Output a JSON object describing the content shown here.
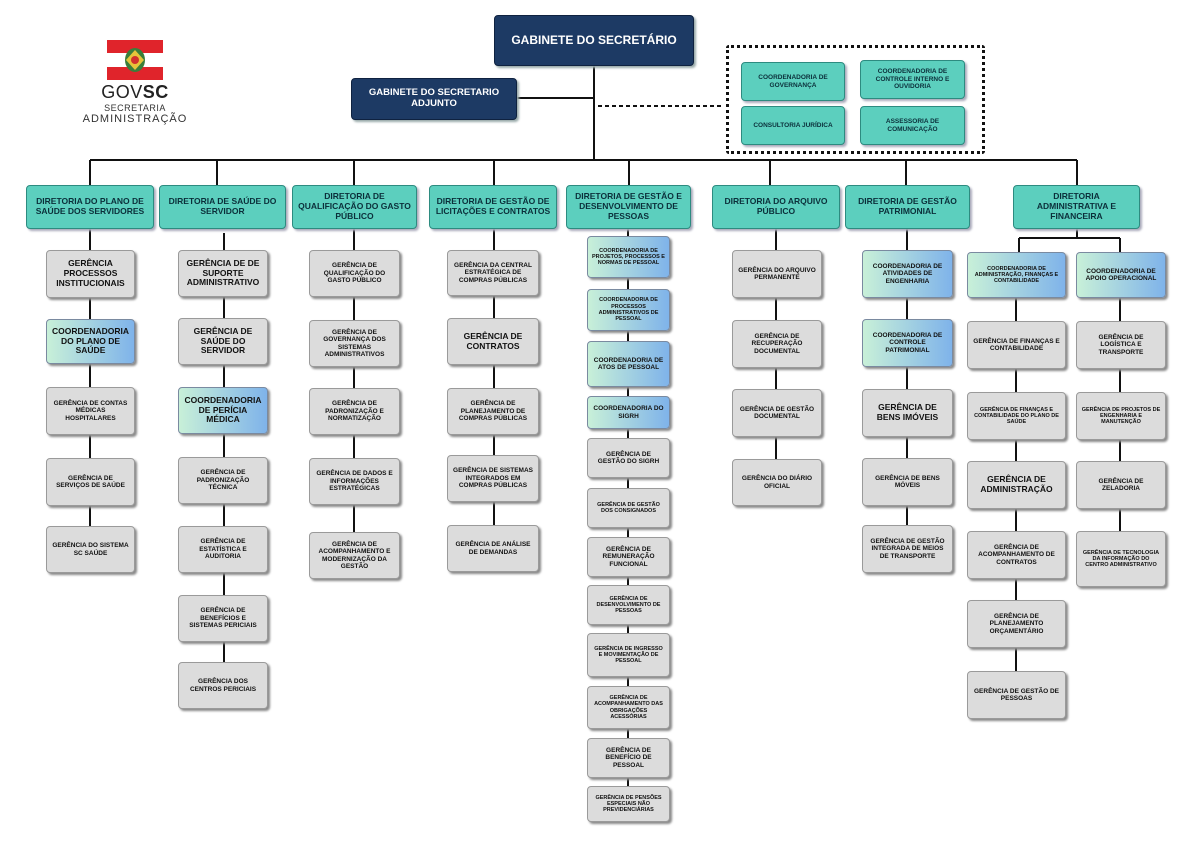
{
  "logo": {
    "brand_left": "GOV",
    "brand_right": "SC",
    "line1": "SECRETARIA",
    "line2": "ADMINISTRAÇÃO"
  },
  "top": {
    "gabinete": "GABINETE DO SECRETÁRIO",
    "adjunto": "GABINETE DO SECRETARIO ADJUNTO"
  },
  "assessorias": [
    "COORDENADORIA DE GOVERNANÇA",
    "COORDENADORIA DE CONTROLE INTERNO E OUVIDORIA",
    "CONSULTORIA JURÍDICA",
    "ASSESSORIA DE COMUNICAÇÃO"
  ],
  "diretorias": [
    {
      "title": "DIRETORIA DO PLANO DE SAÚDE DOS SERVIDORES",
      "units": [
        "GERÊNCIA PROCESSOS INSTITUCIONAIS",
        "COORDENADORIA DO PLANO DE SAÚDE",
        "GERÊNCIA DE CONTAS MÉDICAS HOSPITALARES",
        "GERÊNCIA DE SERVIÇOS DE SAÚDE",
        "GERÊNCIA DO SISTEMA SC SAÚDE"
      ]
    },
    {
      "title": "DIRETORIA DE SAÚDE DO SERVIDOR",
      "units": [
        "GERÊNCIA DE DE SUPORTE ADMINISTRATIVO",
        "GERÊNCIA DE SAÚDE DO SERVIDOR",
        "COORDENADORIA DE PERÍCIA MÉDICA",
        "GERÊNCIA DE PADRONIZAÇÃO TÉCNICA",
        "GERÊNCIA DE ESTATÍSTICA E AUDITORIA",
        "GERÊNCIA DE BENEFÍCIOS E SISTEMAS PERICIAIS",
        "GERÊNCIA DOS CENTROS PERICIAIS"
      ]
    },
    {
      "title": "DIRETORIA DE QUALIFICAÇÃO DO GASTO PÚBLICO",
      "units": [
        "GERÊNCIA DE QUALIFICAÇÃO DO GASTO PÚBLICO",
        "GERÊNCIA DE GOVERNANÇA DOS SISTEMAS ADMINISTRATIVOS",
        "GERÊNCIA DE PADRONIZAÇÃO E NORMATIZAÇÃO",
        "GERÊNCIA DE DADOS E INFORMAÇÕES ESTRATÉGICAS",
        "GERÊNCIA DE ACOMPANHAMENTO E MODERNIZAÇÃO DA GESTÃO"
      ]
    },
    {
      "title": "DIRETORIA DE GESTÃO DE LICITAÇÕES E CONTRATOS",
      "units": [
        "GERÊNCIA DA CENTRAL ESTRATÉGICA DE COMPRAS PÚBLICAS",
        "GERÊNCIA DE CONTRATOS",
        "GERÊNCIA DE PLANEJAMENTO DE COMPRAS PÚBLICAS",
        "GERÊNCIA DE SISTEMAS INTEGRADOS EM COMPRAS PÚBLICAS",
        "GERÊNCIA DE ANÁLISE DE DEMANDAS"
      ]
    },
    {
      "title": "DIRETORIA DE GESTÃO E DESENVOLVIMENTO DE PESSOAS",
      "units": [
        "COORDENADORIA DE PROJETOS, PROCESSOS E NORMAS DE PESSOAL",
        "COORDENADORIA DE PROCESSOS ADMINISTRATIVOS DE PESSOAL",
        "COORDENADORIA DE ATOS DE PESSOAL",
        "COORDENADORIA DO SIGRH",
        "GERÊNCIA DE GESTÃO DO SIGRH",
        "GERÊNCIA DE GESTÃO DOS CONSIGNADOS",
        "GERÊNCIA DE REMUNERAÇÃO FUNCIONAL",
        "GERÊNCIA DE DESENVOLVIMENTO DE PESSOAS",
        "GERÊNCIA DE INGRESSO E MOVIMENTAÇÃO DE PESSOAL",
        "GERÊNCIA DE ACOMPANHAMENTO DAS OBRIGAÇÕES ACESSÓRIAS",
        "GERÊNCIA DE BENEFÍCIO DE PESSOAL",
        "GERÊNCIA DE PENSÕES ESPECIAIS NÃO PREVIDENCIÁRIAS"
      ]
    },
    {
      "title": "DIRETORIA DO ARQUIVO PÚBLICO",
      "units": [
        "GERÊNCIA DO ARQUIVO PERMANENTE",
        "GERÊNCIA DE RECUPERAÇÃO DOCUMENTAL",
        "GERÊNCIA DE GESTÃO DOCUMENTAL",
        "GERÊNCIA DO DIÁRIO OFICIAL"
      ]
    },
    {
      "title": "DIRETORIA DE GESTÃO PATRIMONIAL",
      "units": [
        "COORDENADORIA DE ATIVIDADES DE ENGENHARIA",
        "COORDENADORIA DE CONTROLE PATRIMONIAL",
        "GERÊNCIA DE BENS IMÓVEIS",
        "GERÊNCIA DE BENS MÓVEIS",
        "GERÊNCIA DE GESTÃO INTEGRADA DE MEIOS DE TRANSPORTE"
      ]
    },
    {
      "title": "DIRETORIA ADMINISTRATIVA E FINANCEIRA",
      "subs": [
        {
          "title": "COORDENADORIA DE ADMINISTRAÇÃO, FINANÇAS E CONTABILIDADE",
          "units": [
            "GERÊNCIA DE FINANÇAS E CONTABILIDADE",
            "GERÊNCIA DE FINANÇAS E CONTABILIDADE DO PLANO DE SAÚDE",
            "GERÊNCIA DE ADMINISTRAÇÃO",
            "GERÊNCIA DE ACOMPANHAMENTO DE CONTRATOS",
            "GERÊNCIA DE PLANEJAMENTO ORÇAMENTÁRIO",
            "GERÊNCIA DE GESTÃO DE PESSOAS"
          ]
        },
        {
          "title": "COORDENADORIA DE APOIO OPERACIONAL",
          "units": [
            "GERÊNCIA DE LOGÍSTICA E TRANSPORTE",
            "GERÊNCIA DE PROJETOS DE ENGENHARIA E MANUTENÇÃO",
            "GERÊNCIA DE ZELADORIA",
            "GERÊNCIA DE TECNOLOGIA DA INFORMAÇÃO DO CENTRO ADMINISTRATIVO"
          ]
        }
      ]
    }
  ]
}
